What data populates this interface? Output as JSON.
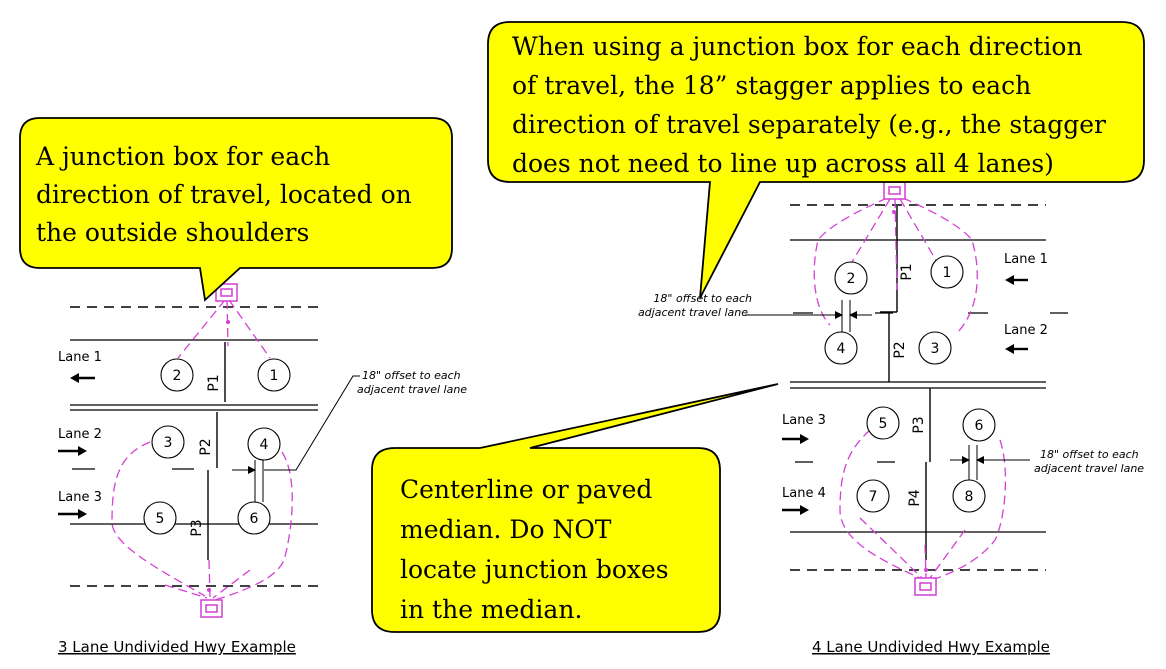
{
  "callouts": {
    "left": [
      "A junction box for each",
      "direction of travel, located on",
      "the outside shoulders"
    ],
    "right": [
      "When using a junction box for each direction",
      "of travel, the 18” stagger applies to each",
      "direction of travel separately (e.g., the stagger",
      "does not need to line up across all 4 lanes)"
    ],
    "median": [
      "Centerline or paved",
      "median. Do NOT",
      "locate junction boxes",
      "in the median."
    ]
  },
  "left_diagram": {
    "lanes": [
      "Lane 1",
      "Lane 2",
      "Lane 3"
    ],
    "loops": [
      "1",
      "2",
      "3",
      "4",
      "5",
      "6"
    ],
    "poles": [
      "P1",
      "P2",
      "P3"
    ],
    "offset_note": [
      "18\" offset to each",
      "adjacent travel lane"
    ],
    "caption": "3 Lane Undivided Hwy Example"
  },
  "right_diagram": {
    "lanes": [
      "Lane 1",
      "Lane 2",
      "Lane 3",
      "Lane 4"
    ],
    "loops": [
      "1",
      "2",
      "3",
      "4",
      "5",
      "6",
      "7",
      "8"
    ],
    "poles": [
      "P1",
      "P2",
      "P3",
      "P4"
    ],
    "offset_note_top": [
      "18\" offset to each",
      "adjacent travel lane"
    ],
    "offset_note_bottom": [
      "18\" offset to each",
      "adjacent travel lane"
    ],
    "caption": "4 Lane Undivided Hwy Example"
  },
  "colors": {
    "callout_fill": "#ffff00",
    "wiring": "#d43fd4",
    "line": "#000000"
  },
  "icons": [
    "junction-box-icon",
    "arrow-left-icon",
    "arrow-right-icon"
  ]
}
